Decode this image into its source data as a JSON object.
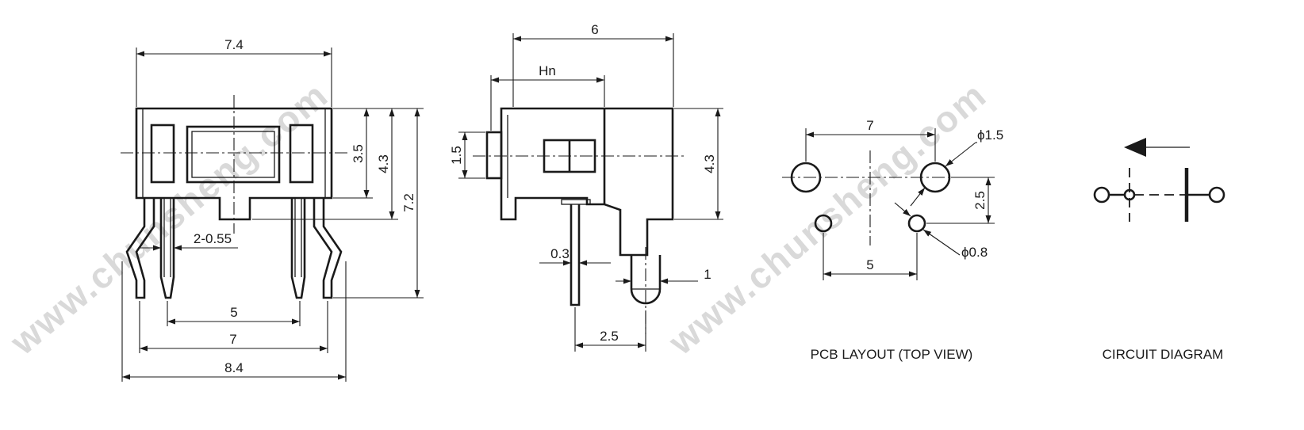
{
  "watermark": "www.chunsheng.com",
  "front_view": {
    "width_top": "7.4",
    "height_window": "3.5",
    "height_body": "4.3",
    "height_total": "7.2",
    "pin_width": "2-0.55",
    "pitch_inner": "5",
    "pitch_outer": "7",
    "width_overall": "8.4"
  },
  "side_view": {
    "width": "6",
    "actuator_position": "Hn",
    "actuator_height": "1.5",
    "body_height": "4.3",
    "pin_thickness": "0.3",
    "peg_width": "1",
    "pin_offset": "2.5"
  },
  "pcb_layout": {
    "caption": "PCB LAYOUT (TOP VIEW)",
    "large_pitch": "7",
    "large_hole_dia": "ϕ1.5",
    "row_spacing": "2.5",
    "small_pitch": "5",
    "small_hole_dia": "ϕ0.8"
  },
  "circuit": {
    "caption": "CIRCUIT DIAGRAM"
  }
}
